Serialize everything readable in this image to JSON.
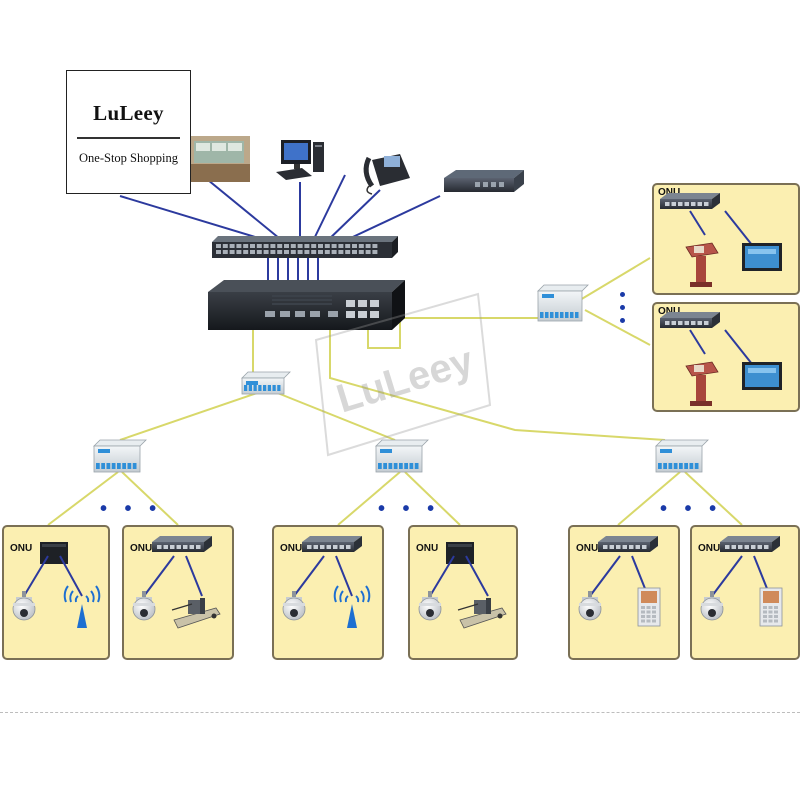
{
  "brand": {
    "name": "LuLeey",
    "tagline": "One-Stop Shopping",
    "watermark": "LuLeey"
  },
  "labels": {
    "onu": "ONU"
  },
  "ellipsis": "• • •",
  "colors": {
    "panel_fill": "#fbefb1",
    "panel_border": "#7a7055",
    "ethernet_line": "#2c3a9e",
    "fiber_line": "#d8d86a",
    "dots": "#1a3aa8",
    "splitter_port": "#2f8fd8"
  },
  "devices": {
    "top_row": [
      "video-wall-icon",
      "desktop-computer-icon",
      "ip-phone-icon",
      "router-icon"
    ],
    "core": [
      "ethernet-switch-icon",
      "olt-icon"
    ],
    "onu_panels": [
      {
        "onu": "onu-box-icon",
        "endpoints": [
          "dome-camera-icon",
          "wifi-antenna-icon"
        ]
      },
      {
        "onu": "onu-switch-icon",
        "endpoints": [
          "dome-camera-icon",
          "barrier-gate-icon"
        ]
      },
      {
        "onu": "onu-switch-icon",
        "endpoints": [
          "dome-camera-icon",
          "wifi-antenna-icon"
        ]
      },
      {
        "onu": "onu-box-icon",
        "endpoints": [
          "dome-camera-icon",
          "barrier-gate-icon"
        ]
      },
      {
        "onu": "onu-switch-icon",
        "endpoints": [
          "dome-camera-icon",
          "door-intercom-icon"
        ]
      },
      {
        "onu": "onu-switch-icon",
        "endpoints": [
          "dome-camera-icon",
          "door-intercom-icon"
        ]
      },
      {
        "onu": "onu-switch-icon",
        "endpoints": [
          "info-kiosk-icon",
          "touch-monitor-icon"
        ]
      },
      {
        "onu": "onu-switch-icon",
        "endpoints": [
          "info-kiosk-icon",
          "touch-monitor-icon"
        ]
      }
    ]
  }
}
